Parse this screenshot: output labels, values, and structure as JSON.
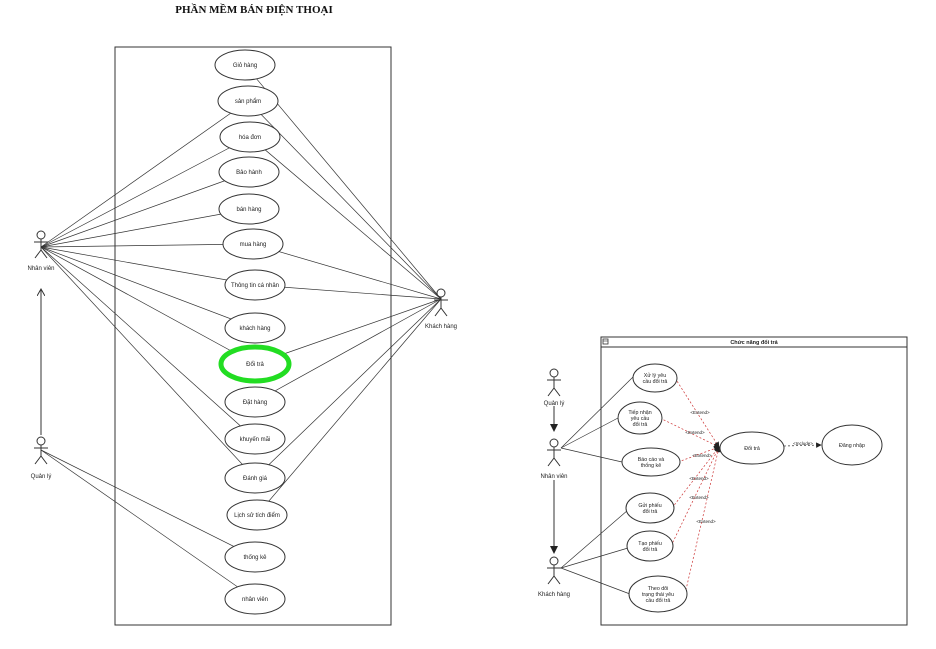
{
  "diagram_left": {
    "title": "PHẦN MỀM BÁN ĐIỆN THOẠI",
    "actors": {
      "nhan_vien": "Nhân viên",
      "quan_ly": "Quản lý",
      "khach_hang": "Khách hàng"
    },
    "use_cases": [
      {
        "label": "Giỏ hàng"
      },
      {
        "label": "sản phẩm"
      },
      {
        "label": "hóa đơn"
      },
      {
        "label": "Bảo hành"
      },
      {
        "label": "bán hàng"
      },
      {
        "label": "mua hàng"
      },
      {
        "label": "Thông tin cá nhân"
      },
      {
        "label": "khách hàng"
      },
      {
        "label": "Đổi trả",
        "highlight": "#22dd22"
      },
      {
        "label": "Đặt hàng"
      },
      {
        "label": "khuyến mãi"
      },
      {
        "label": "Đánh giá"
      },
      {
        "label": "Lịch sử tích điểm"
      },
      {
        "label": "thống kê"
      },
      {
        "label": "nhân viên"
      }
    ]
  },
  "diagram_right": {
    "frame_title": "Chức năng đổi trả",
    "frame_icon": "package-icon",
    "actors": {
      "quan_ly": "Quản lý",
      "nhan_vien": "Nhân viên",
      "khach_hang": "Khách hàng"
    },
    "use_cases": {
      "xu_ly": "Xử lý yêu cầu đổi trả",
      "tiep_nhan": "Tiếp nhận yêu cầu đổi trả",
      "bao_cao": "Báo cáo và thống kê",
      "gui_phieu": "Gửi phiếu đổi trả",
      "tao_phieu": "Tạo phiếu đổi trả",
      "theo_doi": "Theo dõi trạng thái yêu cầu đổi trả",
      "doi_tra": "Đổi trả",
      "dang_nhap": "Đăng nhập"
    },
    "relations": {
      "extend": "<Extend>",
      "include": "<Include>"
    }
  }
}
